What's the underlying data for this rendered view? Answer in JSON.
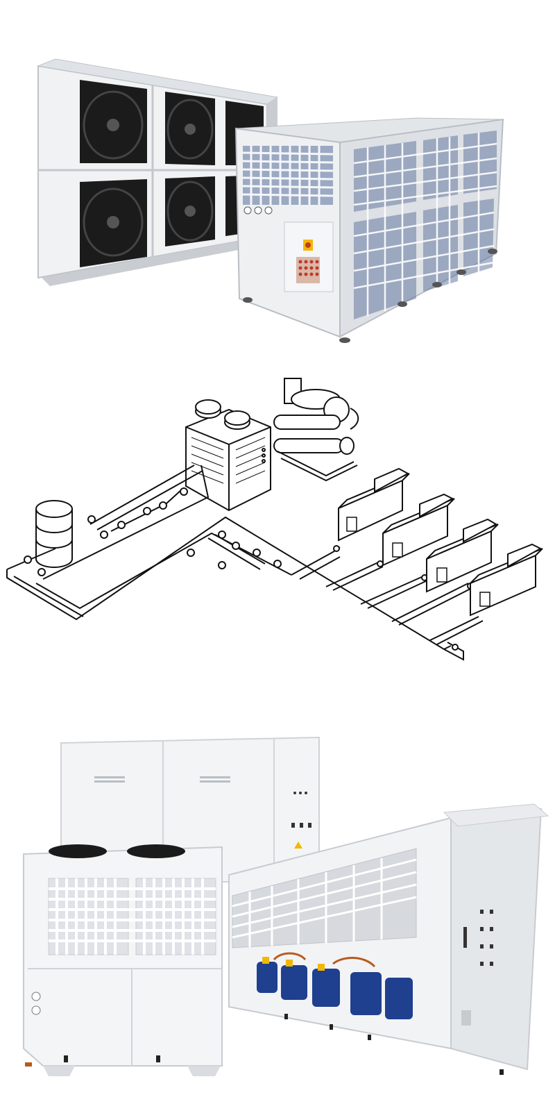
{
  "page": {
    "background": "#ffffff",
    "panels": [
      {
        "id": "photo-condenser-and-chiller",
        "kind": "photograph"
      },
      {
        "id": "piping-system-diagram",
        "kind": "line-drawing"
      },
      {
        "id": "photo-packaged-chiller-units",
        "kind": "photograph"
      }
    ]
  },
  "colors": {
    "cabinet": "#eef0f2",
    "cabinet_shadow": "#c9cdd2",
    "fan": "#1b1b1b",
    "compressor": "#1f3f8f",
    "warning_label": "#f2b705",
    "diagram_ink": "#111111"
  }
}
